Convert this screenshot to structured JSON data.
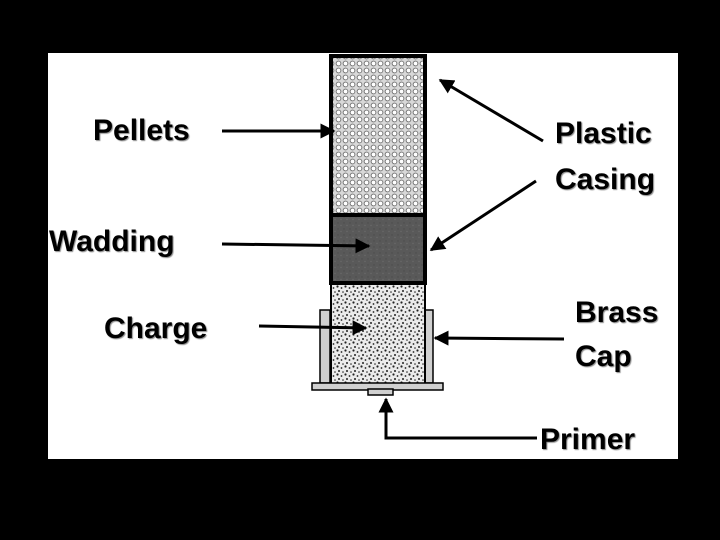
{
  "labels": {
    "pellets": "Pellets",
    "wadding": "Wadding",
    "charge": "Charge",
    "plastic_casing": {
      "line1": "Plastic",
      "line2": "Casing"
    },
    "brass_cap": {
      "line1": "Brass",
      "line2": "Cap"
    },
    "primer": "Primer"
  },
  "colors": {
    "background": "#000000",
    "panel": "#ffffff",
    "pellets_fill": "#d8d8d8",
    "wadding_fill": "#595959",
    "charge_fill": "#ebebeb",
    "brass_cap_fill": "#d0d0d0",
    "ink": "#000000"
  }
}
